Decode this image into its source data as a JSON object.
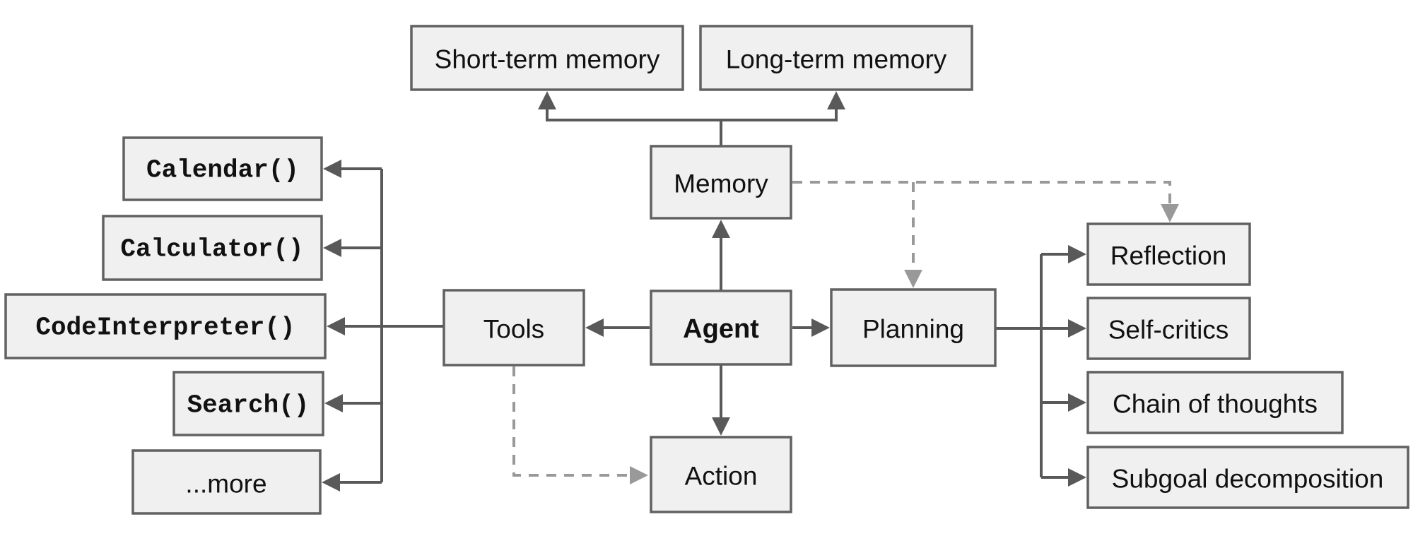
{
  "diagram": {
    "nodes": {
      "short_term_memory": {
        "label": "Short-term memory"
      },
      "long_term_memory": {
        "label": "Long-term memory"
      },
      "memory": {
        "label": "Memory"
      },
      "agent": {
        "label": "Agent"
      },
      "tools": {
        "label": "Tools"
      },
      "planning": {
        "label": "Planning"
      },
      "action": {
        "label": "Action"
      },
      "calendar": {
        "label": "Calendar()"
      },
      "calculator": {
        "label": "Calculator()"
      },
      "code_interpreter": {
        "label": "CodeInterpreter()"
      },
      "search": {
        "label": "Search()"
      },
      "more": {
        "label": "...more"
      },
      "reflection": {
        "label": "Reflection"
      },
      "self_critics": {
        "label": "Self-critics"
      },
      "chain_of_thoughts": {
        "label": "Chain of thoughts"
      },
      "subgoal_decomposition": {
        "label": "Subgoal decomposition"
      }
    },
    "edges": [
      {
        "from": "memory",
        "to": "short_term_memory",
        "style": "solid"
      },
      {
        "from": "memory",
        "to": "long_term_memory",
        "style": "solid"
      },
      {
        "from": "agent",
        "to": "memory",
        "style": "solid"
      },
      {
        "from": "agent",
        "to": "tools",
        "style": "solid"
      },
      {
        "from": "agent",
        "to": "planning",
        "style": "solid"
      },
      {
        "from": "agent",
        "to": "action",
        "style": "solid"
      },
      {
        "from": "tools",
        "to": "calendar",
        "style": "solid"
      },
      {
        "from": "tools",
        "to": "calculator",
        "style": "solid"
      },
      {
        "from": "tools",
        "to": "code_interpreter",
        "style": "solid"
      },
      {
        "from": "tools",
        "to": "search",
        "style": "solid"
      },
      {
        "from": "tools",
        "to": "more",
        "style": "solid"
      },
      {
        "from": "planning",
        "to": "reflection",
        "style": "solid"
      },
      {
        "from": "planning",
        "to": "self_critics",
        "style": "solid"
      },
      {
        "from": "planning",
        "to": "chain_of_thoughts",
        "style": "solid"
      },
      {
        "from": "planning",
        "to": "subgoal_decomposition",
        "style": "solid"
      },
      {
        "from": "memory",
        "to": "planning",
        "style": "dashed"
      },
      {
        "from": "memory",
        "to": "reflection",
        "style": "dashed"
      },
      {
        "from": "tools",
        "to": "action",
        "style": "dashed"
      }
    ],
    "colors": {
      "node_fill": "#f0f0f0",
      "node_border": "#616161",
      "agent_fill": "#f5cdcd",
      "arrow_solid": "#595959",
      "arrow_dashed": "#999999",
      "text": "#111111",
      "background": "#ffffff"
    }
  }
}
